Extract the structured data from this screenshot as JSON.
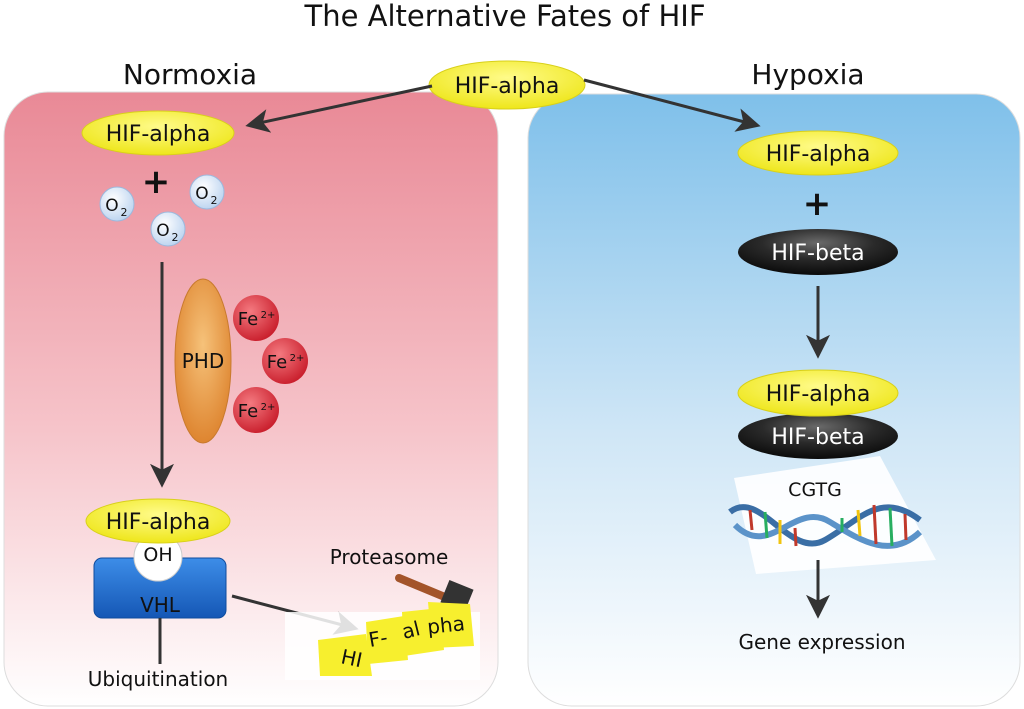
{
  "title": "The Alternative Fates of HIF",
  "normoxia": {
    "heading": "Normoxia",
    "hif_alpha_top": "HIF-alpha",
    "o2_left": "O",
    "o2_right": "O",
    "o2_bottom": "O",
    "o2_subscript": "2",
    "phd": "PHD",
    "fe_ion": "Fe",
    "fe_charge": "2+",
    "hif_alpha_bottom": "HIF-alpha",
    "oh": "OH",
    "vhl": "VHL",
    "ubiquitination": "Ubiquitination",
    "proteasome": "Proteasome",
    "fragments": [
      "HI",
      "F-",
      "al",
      "pha"
    ]
  },
  "hypoxia": {
    "heading": "Hypoxia",
    "hif_alpha_top": "HIF-alpha",
    "hif_beta": "HIF-beta",
    "hif_alpha_complex": "HIF-alpha",
    "hif_beta_complex": "HIF-beta",
    "dna_sequence": "CGTG",
    "gene_expression": "Gene expression"
  },
  "center": {
    "hif_alpha": "HIF-alpha"
  },
  "colors": {
    "normoxia_panel": "#e98996",
    "hypoxia_panel": "#7fc0ea",
    "hif_alpha": "#f4ef2c",
    "hif_beta": "#1c1c1c",
    "phd": "#e6953f",
    "fe": "#d82b35",
    "vhl": "#1e6fd2",
    "arrow": "#333333"
  }
}
